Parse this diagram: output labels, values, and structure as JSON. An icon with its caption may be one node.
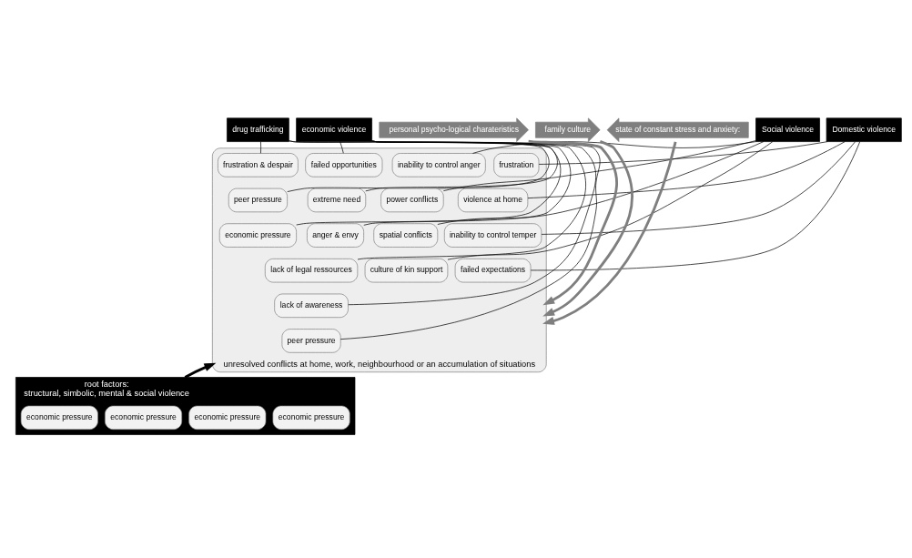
{
  "diagram": {
    "nodes": [
      {
        "text": [
          "drug trafficking"
        ]
      },
      {
        "text": [
          "economic violence"
        ]
      },
      {
        "text": [
          "Social violence"
        ]
      },
      {
        "text": [
          "Domestic violence"
        ]
      },
      {
        "text": [
          "personal psycho-logical charateristics"
        ]
      },
      {
        "text": [
          "unresolved conflicts at home, work, neighbourhood or an accumulation of situations"
        ]
      },
      {
        "text": [
          "frustration & despair"
        ],
        "in": 5
      },
      {
        "text": [
          "peer pressure"
        ],
        "in": 5
      },
      {
        "text": [
          "economic pressure"
        ],
        "in": 5
      },
      {
        "text": [
          "failed opportunities"
        ],
        "in": 5
      },
      {
        "text": [
          "extreme need"
        ],
        "in": 5
      },
      {
        "text": [
          "anger & envy"
        ],
        "in": 5
      },
      {
        "text": [
          "lack of legal ressources"
        ],
        "in": 5
      },
      {
        "text": [
          "lack of awareness"
        ],
        "in": 5
      },
      {
        "text": [
          "peer pressure"
        ],
        "in": 5
      },
      {
        "text": [
          "inability to control anger"
        ],
        "in": 5
      },
      {
        "text": [
          "power conflicts"
        ],
        "in": 5
      },
      {
        "text": [
          "spatial conflicts"
        ],
        "in": 5
      },
      {
        "text": [
          "culture of kin support"
        ],
        "in": 5
      },
      {
        "text": [
          "frustration"
        ],
        "in": 5
      },
      {
        "text": [
          "violence at home"
        ],
        "in": 5
      },
      {
        "text": [
          "inability to control temper"
        ],
        "in": 5
      },
      {
        "text": [
          "failed expectations"
        ],
        "in": 5
      },
      {
        "text": [
          "family culture"
        ]
      },
      {
        "text": [
          "state of constant stress and anxiety:"
        ]
      },
      {
        "text": [
          "root factors:",
          "structural, simbolic, mental & social violence"
        ]
      },
      {
        "text": [
          "economic pressure"
        ],
        "in": 25
      },
      {
        "text": [
          "economic pressure"
        ],
        "in": 25
      },
      {
        "text": [
          "economic pressure"
        ],
        "in": 25
      },
      {
        "text": [
          "economic pressure"
        ],
        "in": 25
      }
    ],
    "edges": [
      {
        "from": 0,
        "to": 6,
        "arrow": "none"
      },
      {
        "from": 0,
        "to": 7,
        "arrow": "none"
      },
      {
        "from": 0,
        "to": 8,
        "arrow": "none"
      },
      {
        "from": 1,
        "to": 9,
        "arrow": "none"
      },
      {
        "from": 1,
        "to": 10,
        "arrow": "none"
      },
      {
        "from": 1,
        "to": 11,
        "arrow": "none"
      },
      {
        "from": 1,
        "to": 12,
        "arrow": "none"
      },
      {
        "from": 1,
        "to": 13,
        "arrow": "none"
      },
      {
        "from": 1,
        "to": 14,
        "arrow": "none"
      },
      {
        "from": 2,
        "to": 15,
        "arrow": "none"
      },
      {
        "from": 2,
        "to": 16,
        "arrow": "none"
      },
      {
        "from": 2,
        "to": 17,
        "arrow": "none"
      },
      {
        "from": 2,
        "to": 18,
        "arrow": "none"
      },
      {
        "from": 3,
        "to": 19,
        "arrow": "none"
      },
      {
        "from": 3,
        "to": 20,
        "arrow": "none"
      },
      {
        "from": 3,
        "to": 21,
        "arrow": "none"
      },
      {
        "from": 3,
        "to": 22,
        "arrow": "none"
      },
      {
        "from": 4,
        "to": 5,
        "arrow": "to",
        "style": "thick",
        "color": "#7f7f7f"
      },
      {
        "from": 23,
        "to": 5,
        "arrow": "to",
        "style": "thick",
        "color": "#7f7f7f"
      },
      {
        "from": 24,
        "to": 5,
        "arrow": "to",
        "style": "thick",
        "color": "#7f7f7f"
      },
      {
        "from": 25,
        "to": 5,
        "arrow": "to",
        "style": "thick",
        "color": "#000000"
      }
    ]
  }
}
